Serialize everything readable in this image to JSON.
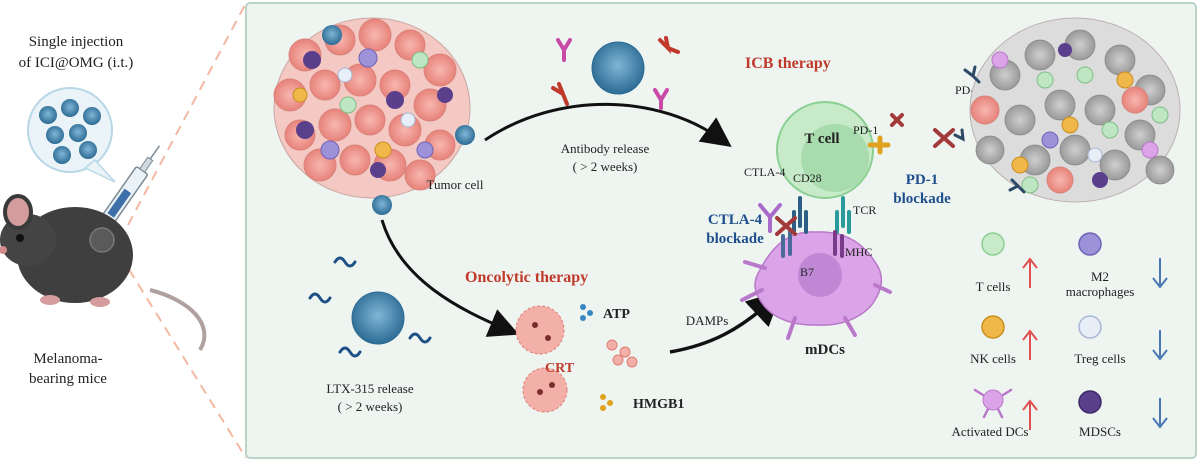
{
  "left": {
    "injection_line1": "Single injection",
    "injection_line2": "of ICI@OMG (i.t.)",
    "mice_line1": "Melanoma-",
    "mice_line2": "bearing mice"
  },
  "main": {
    "tumor_cell_label": "Tumor cell",
    "antibody_release_line1": "Antibody release",
    "antibody_release_line2": "( > 2 weeks)",
    "icb_therapy": "ICB therapy",
    "oncolytic_therapy": "Oncolytic therapy",
    "ltx_line1": "LTX-315 release",
    "ltx_line2": "( > 2 weeks)",
    "atp": "ATP",
    "crt": "CRT",
    "hmgb1": "HMGB1",
    "damps": "DAMPs"
  },
  "immune_synapse": {
    "t_cell": "T cell",
    "pd1": "PD-1",
    "pdl1": "PD-L1",
    "ctla4": "CTLA-4",
    "cd28": "CD28",
    "tcr": "TCR",
    "mhc": "MHC",
    "b7": "B7",
    "mdcs": "mDCs",
    "ctla4_blockade_line1": "CTLA-4",
    "ctla4_blockade_line2": "blockade",
    "pd1_blockade_line1": "PD-1",
    "pd1_blockade_line2": "blockade"
  },
  "legend": {
    "t_cells": "T cells",
    "m2_line1": "M2",
    "m2_line2": "macrophages",
    "nk_cells": "NK cells",
    "treg_cells": "Treg cells",
    "activated_dcs": "Activated DCs",
    "mdscs": "MDSCs"
  },
  "colors": {
    "panel_bg": "#eef5f1",
    "panel_border": "#b9d3c5",
    "heading_red": "#c0392b",
    "blockade_blue": "#1f4e8c",
    "up_arrow": "#e05050",
    "down_arrow": "#4a78b5"
  }
}
